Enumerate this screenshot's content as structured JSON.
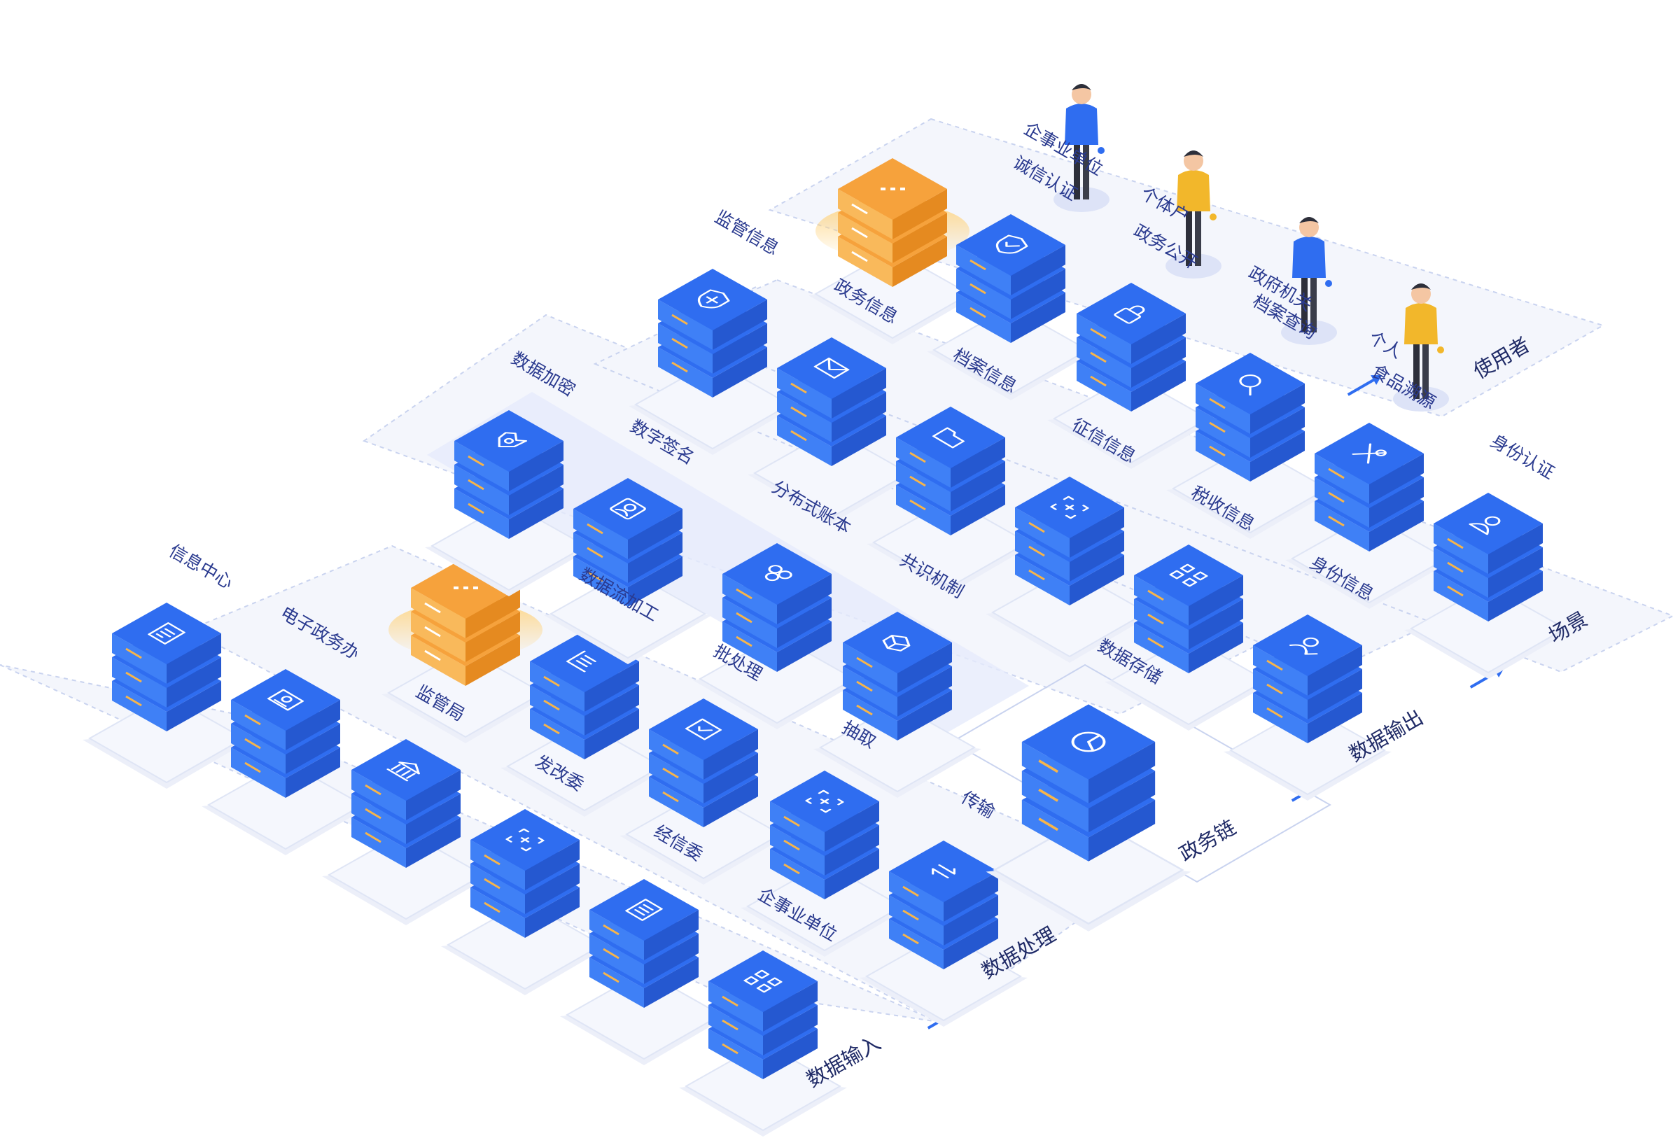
{
  "colors": {
    "panel": "#f4f6fc",
    "panel_stroke": "#c9d3ef",
    "server_blue": "#2f6df0",
    "server_orange": "#f5a23a",
    "label": "#2a3a8f",
    "arrow": "#2f6df0",
    "person_blue": "#2f6df0",
    "person_yellow": "#f2b72b"
  },
  "layers": [
    {
      "id": "input",
      "title": "数据输入"
    },
    {
      "id": "process",
      "title": "数据处理"
    },
    {
      "id": "chain",
      "title": "政务链"
    },
    {
      "id": "output",
      "title": "数据输出"
    },
    {
      "id": "scene",
      "title": "场景"
    },
    {
      "id": "users",
      "title": "使用者"
    }
  ],
  "servers": [
    {
      "label": "信息中心",
      "icon": "document-icon"
    },
    {
      "label": "电子政务办",
      "icon": "photo-icon"
    },
    {
      "label": "监管局",
      "icon": "building-icon"
    },
    {
      "label": "发改委",
      "icon": "scan-icon"
    },
    {
      "label": "经信委",
      "icon": "list-icon"
    },
    {
      "label": "企事业单位",
      "icon": "network-icon"
    },
    {
      "label": "数据流加工",
      "icon": "lines-icon"
    },
    {
      "label": "批处理",
      "icon": "check-icon"
    },
    {
      "label": "抽取",
      "icon": "scan-icon"
    },
    {
      "label": "传输",
      "icon": "transfer-icon"
    },
    {
      "label": "数据加密",
      "icon": "key-icon"
    },
    {
      "label": "数字签名",
      "icon": "seal-icon"
    },
    {
      "label": "分布式账本",
      "icon": "hexagons-icon"
    },
    {
      "label": "共识机制",
      "icon": "cube-icon"
    },
    {
      "label": "数据存储",
      "icon": "pie-icon"
    },
    {
      "label": "监管信息",
      "icon": "shield-plus-icon"
    },
    {
      "label": "政务信息",
      "icon": "mail-icon"
    },
    {
      "label": "档案信息",
      "icon": "folder-icon"
    },
    {
      "label": "征信信息",
      "icon": "scan-icon"
    },
    {
      "label": "税收信息",
      "icon": "network-icon"
    },
    {
      "label": "身份信息",
      "icon": "user-check-icon"
    },
    {
      "label": "诚信认证",
      "icon": "shield-check-icon"
    },
    {
      "label": "政务公开",
      "icon": "lock-icon"
    },
    {
      "label": "档案查询",
      "icon": "search-icon"
    },
    {
      "label": "食品溯源",
      "icon": "cutlery-icon"
    },
    {
      "label": "身份认证",
      "icon": "user-icon"
    }
  ],
  "users": [
    {
      "label": "企事业单位",
      "color": "person_blue"
    },
    {
      "label": "个体户",
      "color": "person_yellow"
    },
    {
      "label": "政府机关",
      "color": "person_blue"
    },
    {
      "label": "个人",
      "color": "person_yellow"
    }
  ]
}
